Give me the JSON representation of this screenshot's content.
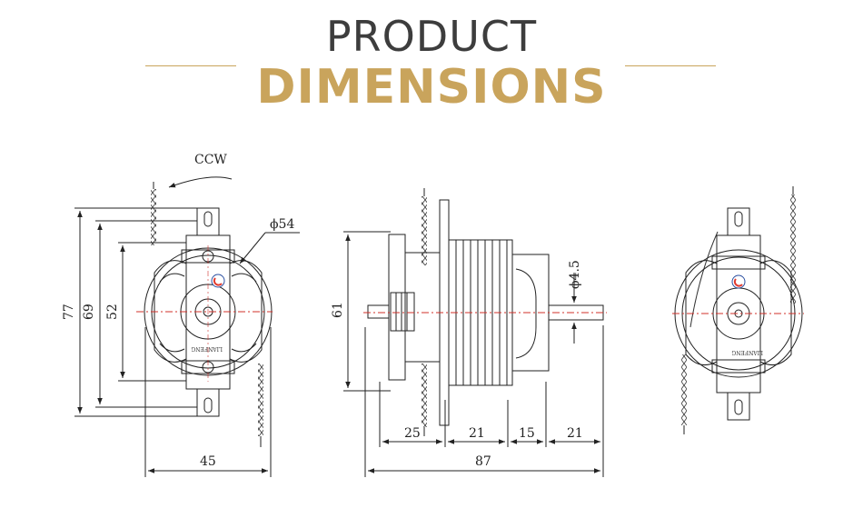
{
  "header": {
    "title_line1": "PRODUCT",
    "title_line2": "DIMENSIONS",
    "accent_color": "#c9a45c",
    "title_color": "#3d3d3d"
  },
  "front_view": {
    "rotation_label": "CCW",
    "diameter_label": "ϕ54",
    "dim_height_outer": "77",
    "dim_height_mid": "69",
    "dim_height_inner": "52",
    "dim_width": "45",
    "logo_text": "LIANFENG"
  },
  "side_view": {
    "dim_height": "61",
    "dim_shaft": "ϕ4.5",
    "dim_seg1": "25",
    "dim_seg2": "21",
    "dim_seg3": "15",
    "dim_seg4": "21",
    "dim_total": "87"
  },
  "rear_view": {
    "logo_text": "LIANFENG"
  }
}
